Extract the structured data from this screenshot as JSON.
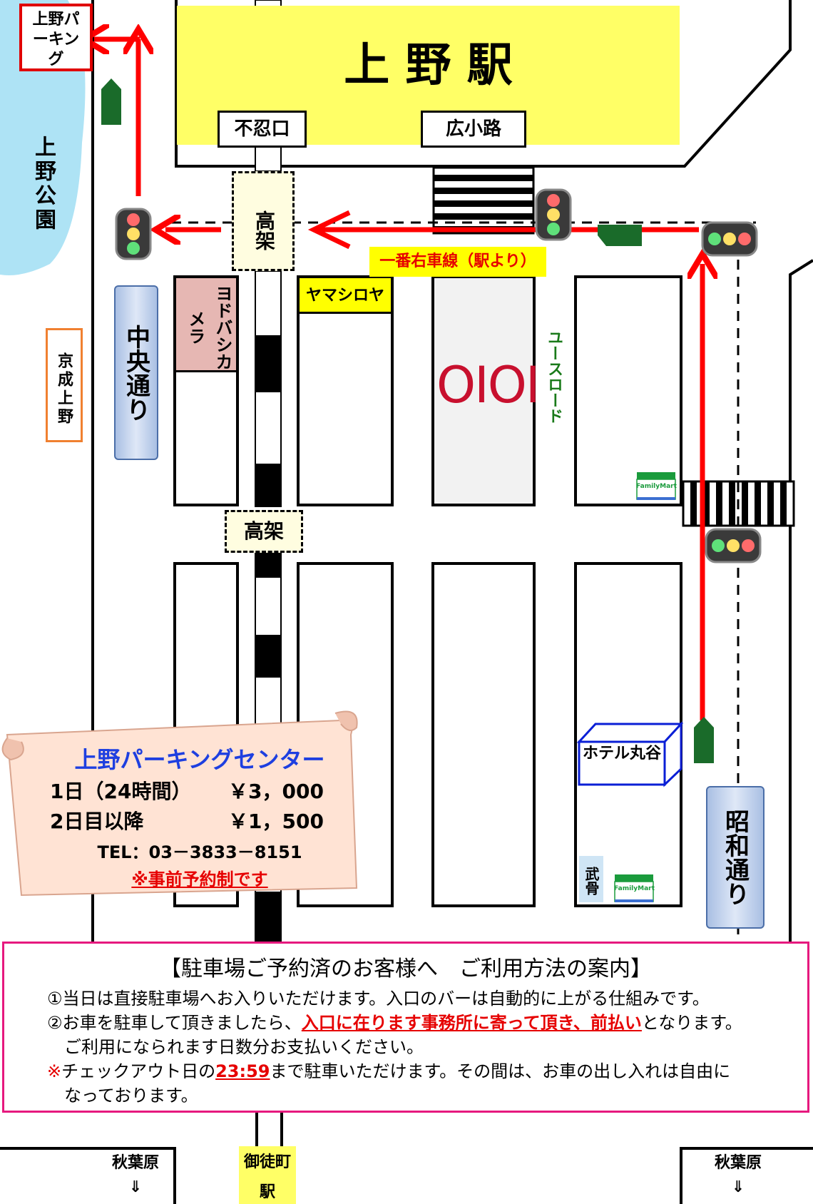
{
  "station": {
    "name": "上 野 駅",
    "exit_shinobazu": "不忍口",
    "exit_hirokoji": "広小路"
  },
  "parking_sign": "上野パーキング",
  "park": "上野公園",
  "keisei": "京成上野",
  "elevated_1": "高架",
  "elevated_2": "高架",
  "lane_note": "一番右車線（駅より）",
  "yodobashi": "ヨドバシカメラ",
  "yamashiroya": "ヤマシロヤ",
  "marui": "OIOI",
  "youth_road": "ユースロード",
  "chuo_dori": "中央通り",
  "showa_dori": "昭和通り",
  "familymart": "FamilyMart",
  "hotel": "ホテル丸谷",
  "takeshi": "武骨",
  "akihabara_left": "秋葉原",
  "akihabara_right": "秋葉原",
  "arrow_down": "⇓",
  "okachimachi": "御徒町",
  "okachimachi_eki": "駅",
  "info": {
    "name": "上野パーキングセンター",
    "row1_label": "1日（24時間）",
    "row1_price": "￥3，000",
    "row2_label": "2日目以降",
    "row2_price": "￥1，500",
    "tel": "TEL：03－3833－8151",
    "reservation": "※事前予約制です"
  },
  "notice": {
    "title": "【駐車場ご予約済のお客様へ　ご利用方法の案内】",
    "line1": "①当日は直接駐車場へお入りいただけます。入口のバーは自動的に上がる仕組みです。",
    "line2_pre": "②お車を駐車して頂きましたら、",
    "line2_red": "入口に在ります事務所に寄って頂き、前払い",
    "line2_post": "となります。",
    "line3": "ご利用になられます日数分お支払いください。",
    "line4_mark": "※",
    "line4_pre": "チェックアウト日の",
    "line4_time": "23:59",
    "line4_post": "まで駐車いただけます。その間は、お車の出し入れは自由に",
    "line5": "なっております。"
  },
  "colors": {
    "route": "#ff0000",
    "station": "#ffff66",
    "car": "#1a6b2a",
    "notice_border": "#e6197e",
    "info_title": "#1e3fe0"
  }
}
